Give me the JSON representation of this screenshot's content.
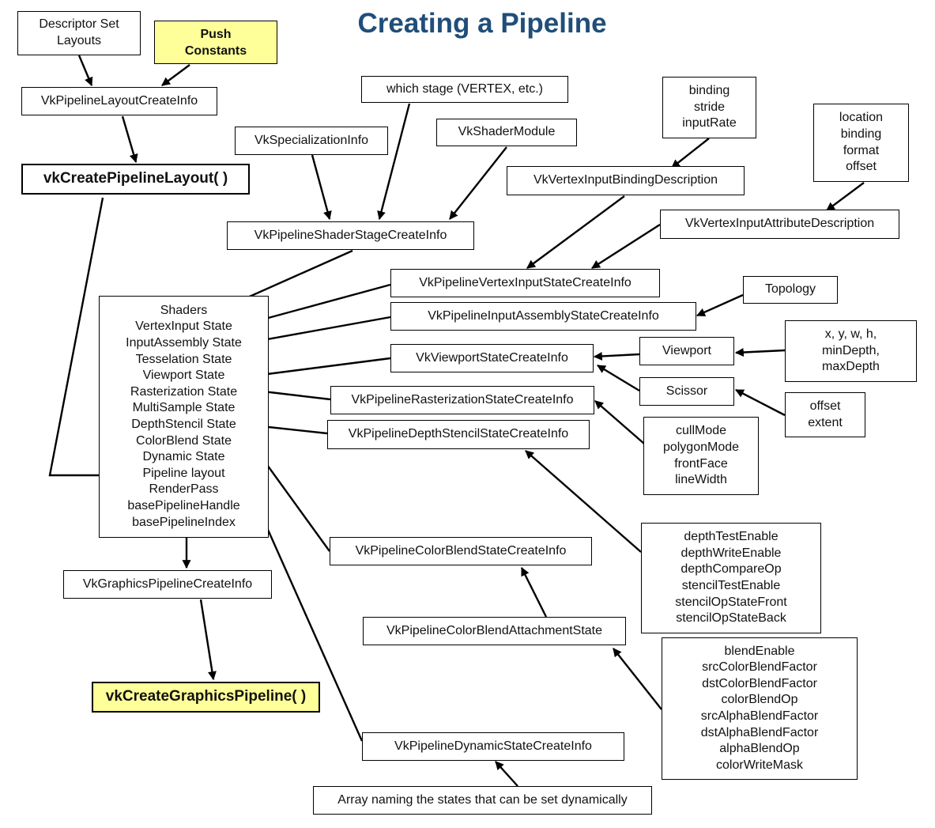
{
  "title": "Creating a Pipeline",
  "colors": {
    "title": "#1f4e79",
    "highlight": "#ffff99",
    "line": "#000000"
  },
  "boxes": {
    "descriptor_set_layouts": [
      "Descriptor Set",
      "Layouts"
    ],
    "push_constants": [
      "Push",
      "Constants"
    ],
    "pipeline_layout_create_info": [
      "VkPipelineLayoutCreateInfo"
    ],
    "create_pipeline_layout": [
      "vkCreatePipelineLayout( )"
    ],
    "which_stage": [
      "which stage (VERTEX, etc.)"
    ],
    "specialization_info": [
      "VkSpecializationInfo"
    ],
    "shader_module": [
      "VkShaderModule"
    ],
    "shader_stage_create_info": [
      "VkPipelineShaderStageCreateInfo"
    ],
    "binding_fields": [
      "binding",
      "stride",
      "inputRate"
    ],
    "vertex_input_binding_description": [
      "VkVertexInputBindingDescription"
    ],
    "attribute_fields": [
      "location",
      "binding",
      "format",
      "offset"
    ],
    "vertex_input_attribute_description": [
      "VkVertexInputAttributeDescription"
    ],
    "vertex_input_state_create_info": [
      "VkPipelineVertexInputStateCreateInfo"
    ],
    "input_assembly_state_create_info": [
      "VkPipelineInputAssemblyStateCreateInfo"
    ],
    "topology": [
      "Topology"
    ],
    "viewport_state_create_info": [
      "VkViewportStateCreateInfo"
    ],
    "viewport": [
      "Viewport"
    ],
    "viewport_fields": [
      "x, y, w, h,",
      "minDepth,",
      "maxDepth"
    ],
    "scissor": [
      "Scissor"
    ],
    "scissor_fields": [
      "offset",
      "extent"
    ],
    "rasterization_state_create_info": [
      "VkPipelineRasterizationStateCreateInfo"
    ],
    "rasterization_fields": [
      "cullMode",
      "polygonMode",
      "frontFace",
      "lineWidth"
    ],
    "depth_stencil_state_create_info": [
      "VkPipelineDepthStencilStateCreateInfo"
    ],
    "depth_stencil_fields": [
      "depthTestEnable",
      "depthWriteEnable",
      "depthCompareOp",
      "stencilTestEnable",
      "stencilOpStateFront",
      "stencilOpStateBack"
    ],
    "pipeline_state_list": [
      "Shaders",
      "VertexInput State",
      "InputAssembly State",
      "Tesselation State",
      "Viewport State",
      "Rasterization State",
      "MultiSample State",
      "DepthStencil State",
      "ColorBlend State",
      "Dynamic State",
      "Pipeline layout",
      "RenderPass",
      "basePipelineHandle",
      "basePipelineIndex"
    ],
    "color_blend_state_create_info": [
      "VkPipelineColorBlendStateCreateInfo"
    ],
    "graphics_pipeline_create_info": [
      "VkGraphicsPipelineCreateInfo"
    ],
    "color_blend_attachment_state": [
      "VkPipelineColorBlendAttachmentState"
    ],
    "blend_fields": [
      "blendEnable",
      "srcColorBlendFactor",
      "dstColorBlendFactor",
      "colorBlendOp",
      "srcAlphaBlendFactor",
      "dstAlphaBlendFactor",
      "alphaBlendOp",
      "colorWriteMask"
    ],
    "create_graphics_pipeline": [
      "vkCreateGraphicsPipeline( )"
    ],
    "dynamic_state_create_info": [
      "VkPipelineDynamicStateCreateInfo"
    ],
    "dynamic_states_array": [
      "Array naming the states that can be set dynamically"
    ]
  }
}
